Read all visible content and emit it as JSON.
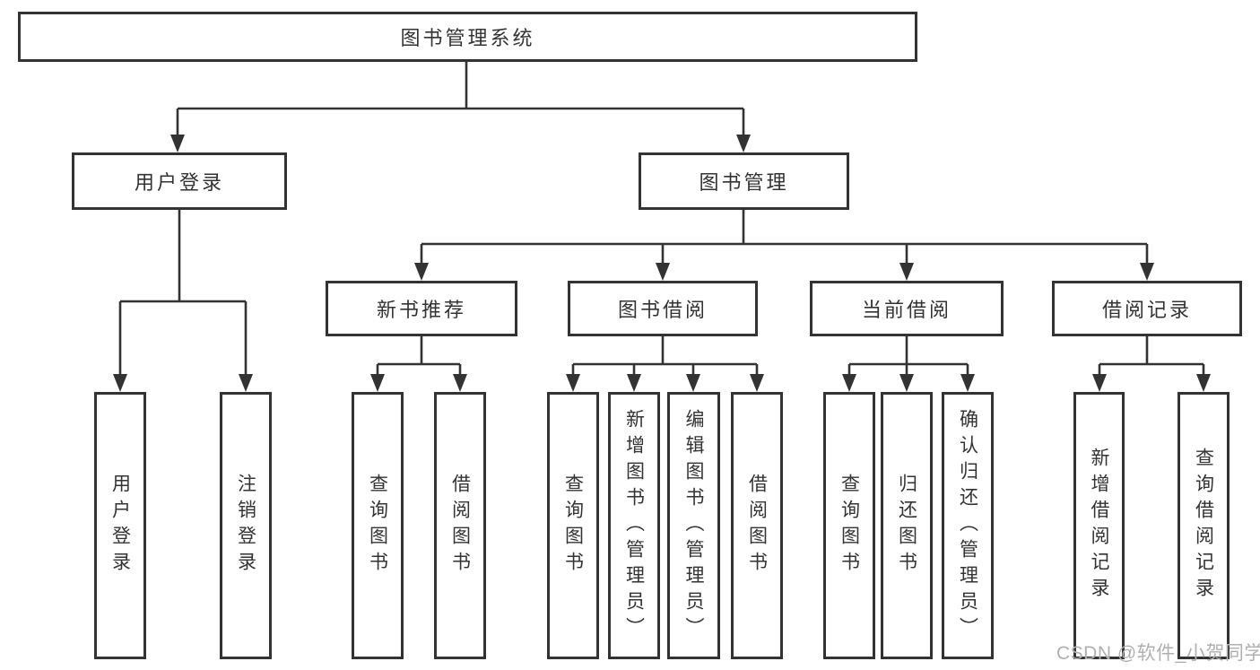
{
  "tree": {
    "root": "图书管理系统",
    "children": [
      {
        "label": "用户登录",
        "children": [
          "用户登录",
          "注销登录"
        ]
      },
      {
        "label": "图书管理",
        "children": [
          {
            "label": "新书推荐",
            "children": [
              "查询图书",
              "借阅图书"
            ]
          },
          {
            "label": "图书借阅",
            "children": [
              "查询图书",
              "新增图书（管理员）",
              "编辑图书（管理员）",
              "借阅图书"
            ]
          },
          {
            "label": "当前借阅",
            "children": [
              "查询图书",
              "归还图书",
              "确认归还（管理员）"
            ]
          },
          {
            "label": "借阅记录",
            "children": [
              "新增借阅记录",
              "查询借阅记录"
            ]
          }
        ]
      }
    ]
  },
  "watermark": {
    "text": "CSDN @软件_小贺同学"
  },
  "colors": {
    "line": "#333333",
    "text": "#333333",
    "node_background": "#ffffff",
    "page_background": "#ffffff",
    "watermark": "#b0b0b0"
  }
}
